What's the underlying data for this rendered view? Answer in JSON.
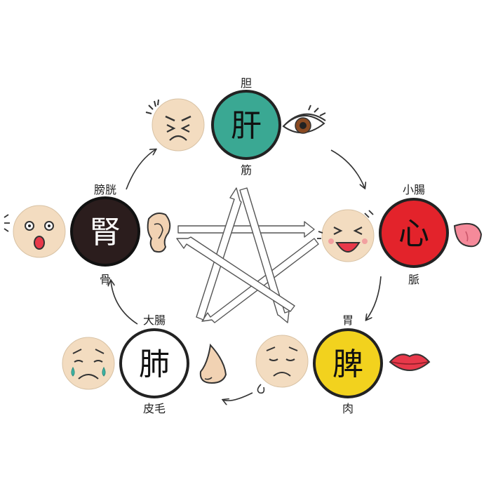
{
  "organs": {
    "liver": {
      "label": "肝",
      "paired": "胆",
      "tissue": "筋",
      "color": "#3aa893"
    },
    "heart": {
      "label": "心",
      "paired": "小腸",
      "tissue": "脈",
      "color": "#e3232b"
    },
    "spleen": {
      "label": "脾",
      "paired": "胃",
      "tissue": "肉",
      "color": "#f2d21e"
    },
    "lung": {
      "label": "肺",
      "paired": "大腸",
      "tissue": "皮毛",
      "color": "#ffffff"
    },
    "kidney": {
      "label": "腎",
      "paired": "膀胱",
      "tissue": "骨",
      "color": "#2b1d1d"
    }
  },
  "colors": {
    "face": "#f3dcc0",
    "line": "#333333",
    "lips": "#e8394a",
    "tongue": "#f58a9a",
    "skin": "#f1d2b3",
    "tear": "#3fb6a6"
  },
  "icons": {
    "liver_face": "angry-face-icon",
    "heart_face": "laughing-face-icon",
    "spleen_face": "worried-face-icon",
    "lung_face": "crying-face-icon",
    "kidney_face": "frightened-face-icon",
    "liver_sense": "eye-icon",
    "heart_sense": "tongue-icon",
    "spleen_sense": "lips-icon",
    "lung_sense": "nose-icon",
    "kidney_sense": "ear-icon"
  }
}
